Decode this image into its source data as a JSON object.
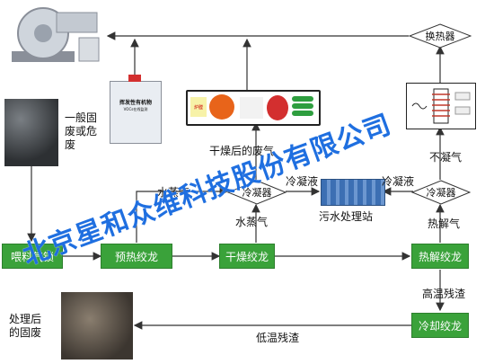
{
  "nodes": {
    "heat_exchanger": "换热器",
    "condenser_left": "冷凝器",
    "condenser_right": "冷凝器",
    "sewage_station": "污水处理站",
    "waste_input": "一般固\n废或危\n废",
    "feed_airlock": "喂料气锁",
    "preheat_screw": "预热绞龙",
    "dry_screw": "干燥绞龙",
    "pyrolysis_screw": "热解绞龙",
    "cooling_screw": "冷却绞龙",
    "treated_solid": "处理后\n的固废",
    "vocs_monitor_title": "挥发性有机物",
    "vocs_monitor_sub": "VOCs在线监测",
    "screen_left_label": "炉膛"
  },
  "edge_labels": {
    "dried_exhaust": "干燥后的废气",
    "steam_top": "水蒸气",
    "steam_bottom": "水蒸气",
    "condensate_left": "冷凝液",
    "condensate_right": "冷凝液",
    "non_condensable": "不凝气",
    "pyrolysis_gas": "热解气",
    "hot_residue": "高温残渣",
    "low_temp_residue": "低温残渣"
  },
  "watermark": "北京星和众维科技股份有限公司",
  "colors": {
    "green": "#3aa23a",
    "arrow": "#333333",
    "watermark": "#1f6fe0"
  }
}
